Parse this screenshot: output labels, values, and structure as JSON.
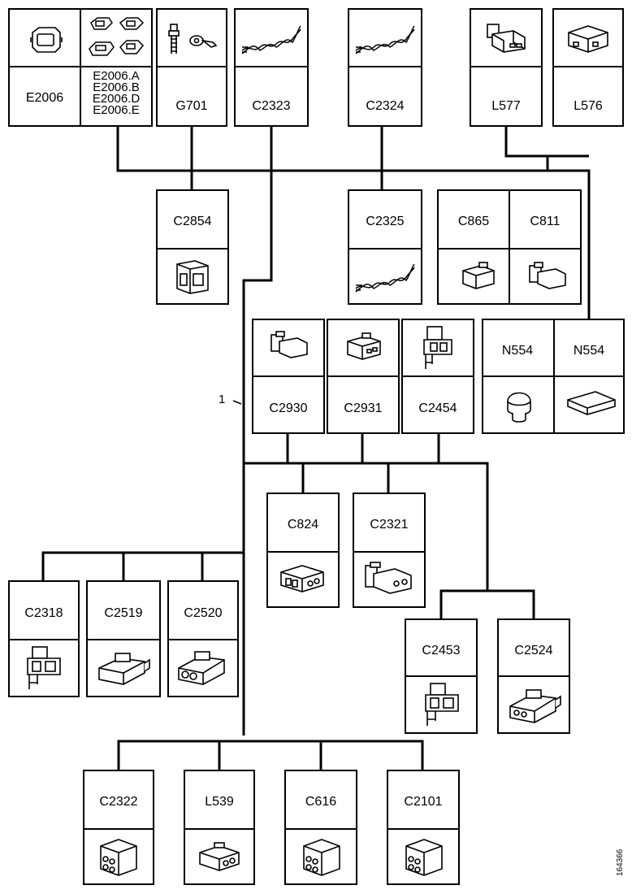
{
  "connectors": {
    "e2006": "E2006",
    "e2006_variants": [
      "E2006.A",
      "E2006.B",
      "E2006.D",
      "E2006.E"
    ],
    "g701": "G701",
    "c2323": "C2323",
    "c2324": "C2324",
    "l577": "L577",
    "l576": "L576",
    "c2854": "C2854",
    "c2325": "C2325",
    "c865": "C865",
    "c811": "C811",
    "c2930": "C2930",
    "c2931": "C2931",
    "c2454": "C2454",
    "n554_a": "N554",
    "n554_b": "N554",
    "c824": "C824",
    "c2321": "C2321",
    "c2318": "C2318",
    "c2519": "C2519",
    "c2520": "C2520",
    "c2453": "C2453",
    "c2524": "C2524",
    "c2322": "C2322",
    "l539": "L539",
    "c616": "C616",
    "c2101": "C2101"
  },
  "callout": "1",
  "figure_id": "164366"
}
